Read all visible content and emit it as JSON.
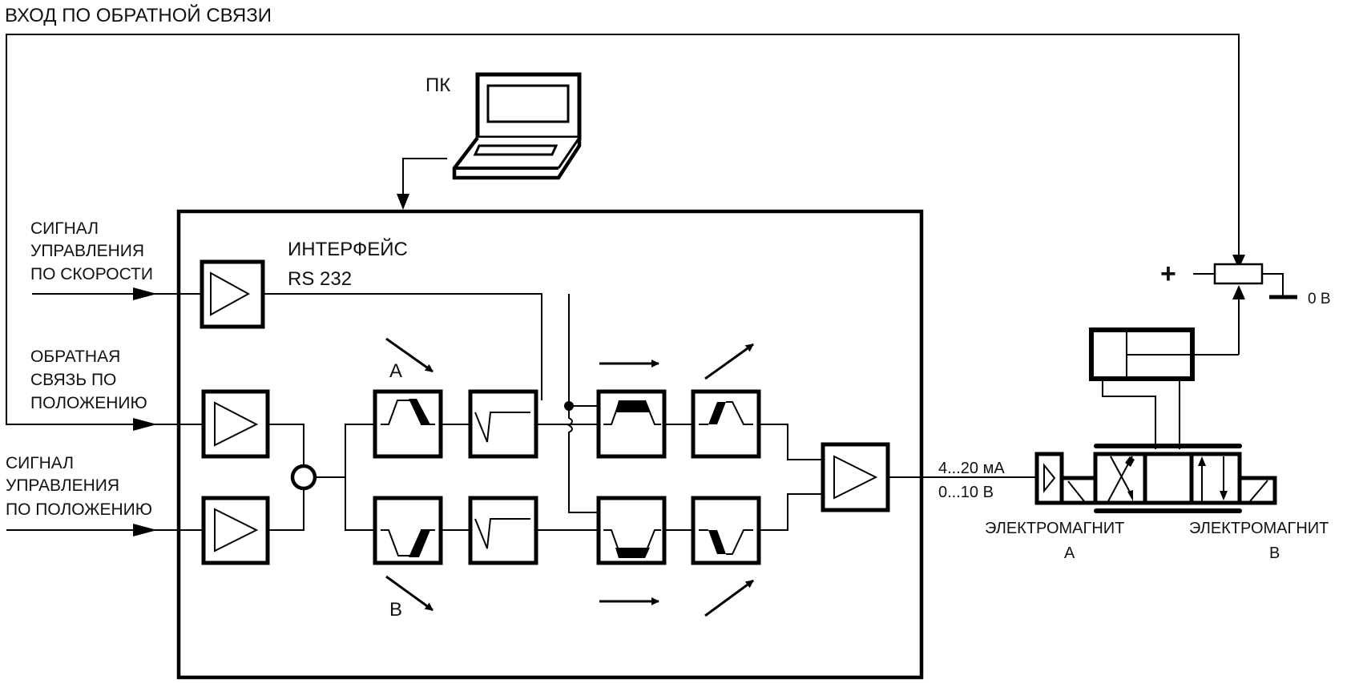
{
  "diagram": {
    "title": "ВХОД ПО ОБРАТНОЙ СВЯЗИ",
    "pc_label": "ПК",
    "interface_label_line1": "ИНТЕРФЕЙС",
    "interface_label_line2": "RS 232",
    "inputs": [
      {
        "lines": [
          "СИГНАЛ",
          "УПРАВЛЕНИЯ",
          "ПО СКОРОСТИ"
        ]
      },
      {
        "lines": [
          "ОБРАТНАЯ",
          "СВЯЗЬ ПО",
          "ПОЛОЖЕНИЮ"
        ]
      },
      {
        "lines": [
          "СИГНАЛ",
          "УПРАВЛЕНИЯ",
          "ПО ПОЛОЖЕНИЮ"
        ]
      }
    ],
    "channel_a_label": "A",
    "channel_b_label": "B",
    "output_signal_line1": "4...20 мА",
    "output_signal_line2": "0...10 В",
    "potentiometer_plus": "+",
    "potentiometer_ground": "0 В",
    "solenoid_a": {
      "line1": "ЭЛЕКТРОМАГНИТ",
      "line2": "A"
    },
    "solenoid_b": {
      "line1": "ЭЛЕКТРОМАГНИТ",
      "line2": "B"
    },
    "blocks": {
      "amplifiers": [
        "speed-input-amplifier",
        "feedback-amplifier",
        "position-input-amplifier",
        "output-amplifier"
      ],
      "row_a": [
        "ramp-a",
        "characteristic-a",
        "speed-limit-a",
        "gain-a"
      ],
      "row_b": [
        "ramp-b",
        "characteristic-b",
        "speed-limit-b",
        "gain-b"
      ]
    },
    "colors": {
      "line": "#000000",
      "background": "#ffffff"
    }
  }
}
